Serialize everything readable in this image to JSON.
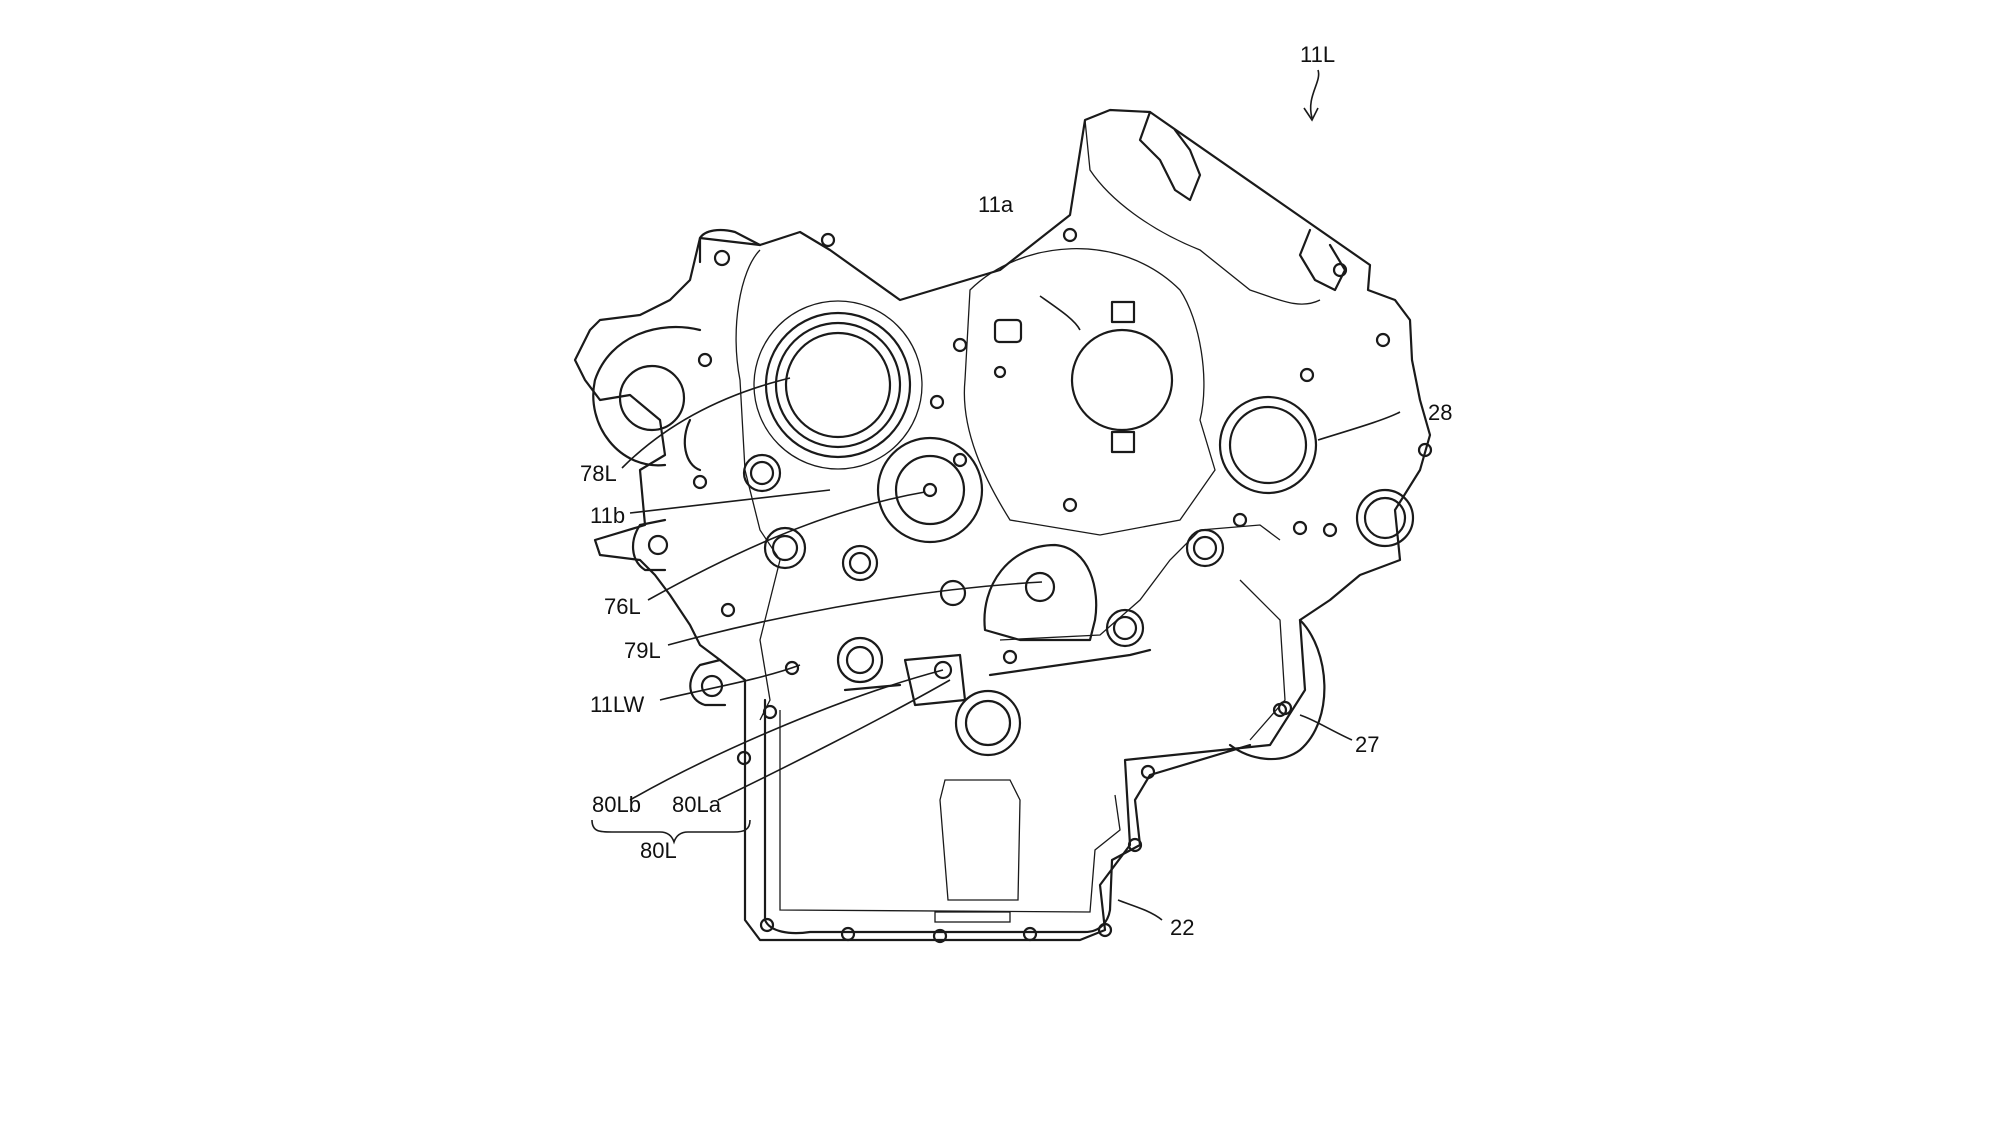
{
  "figure": {
    "reference_label": "11L",
    "labels": {
      "11a": "11a",
      "28": "28",
      "78L": "78L",
      "11b": "11b",
      "76L": "76L",
      "79L": "79L",
      "11LW": "11LW",
      "27": "27",
      "80Lb": "80Lb",
      "80La": "80La",
      "80L": "80L",
      "22": "22"
    }
  }
}
